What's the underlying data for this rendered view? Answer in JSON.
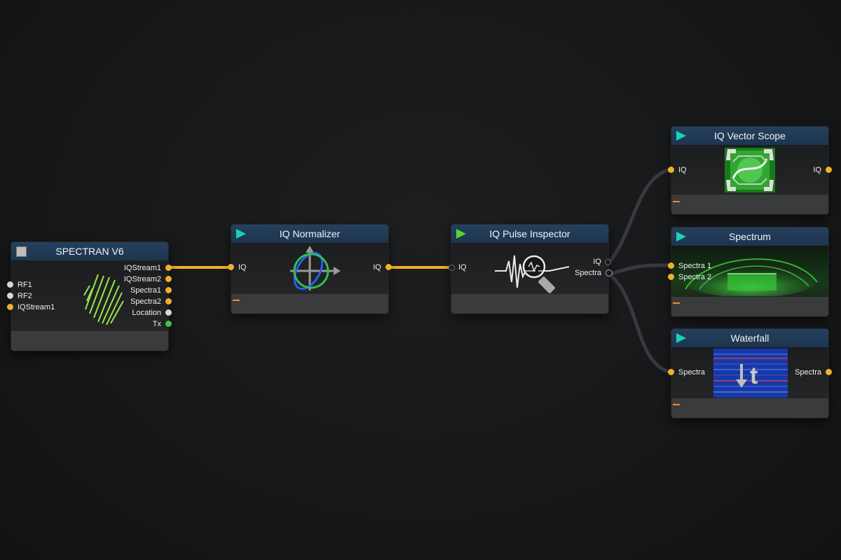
{
  "nodes": {
    "spectran": {
      "title": "SPECTRAN V6",
      "inputs": [
        "RF1",
        "RF2",
        "IQStream1"
      ],
      "outputs": [
        "IQStream1",
        "IQStream2",
        "Spectra1",
        "Spectra2",
        "Location",
        "Tx"
      ]
    },
    "normalizer": {
      "title": "IQ Normalizer",
      "input": "IQ",
      "output": "IQ"
    },
    "pulse": {
      "title": "IQ Pulse Inspector",
      "input": "IQ",
      "outputs": [
        "IQ",
        "Spectra"
      ]
    },
    "vectorscope": {
      "title": "IQ Vector Scope",
      "input": "IQ",
      "output": "IQ"
    },
    "spectrum": {
      "title": "Spectrum",
      "inputs": [
        "Spectra 1",
        "Spectra 2"
      ]
    },
    "waterfall": {
      "title": "Waterfall",
      "input": "Spectra",
      "output": "Spectra"
    }
  },
  "colors": {
    "wire_active": "#f2b02a",
    "wire_idle": "#3a3b3e",
    "header": "#1f3a57",
    "play": "#19d3b0",
    "port_yellow": "#f2b02a",
    "port_white": "#d7d7d7",
    "port_green": "#3fc24a"
  },
  "icons": {
    "spectran": "rainbow-spectrum-logo-icon",
    "normalizer": "iq-crosshair-circles-icon",
    "pulse": "pulse-magnifier-icon",
    "vectorscope": "vector-scope-icon",
    "spectrum": "spectrum-glow-icon",
    "waterfall": "waterfall-time-icon"
  }
}
